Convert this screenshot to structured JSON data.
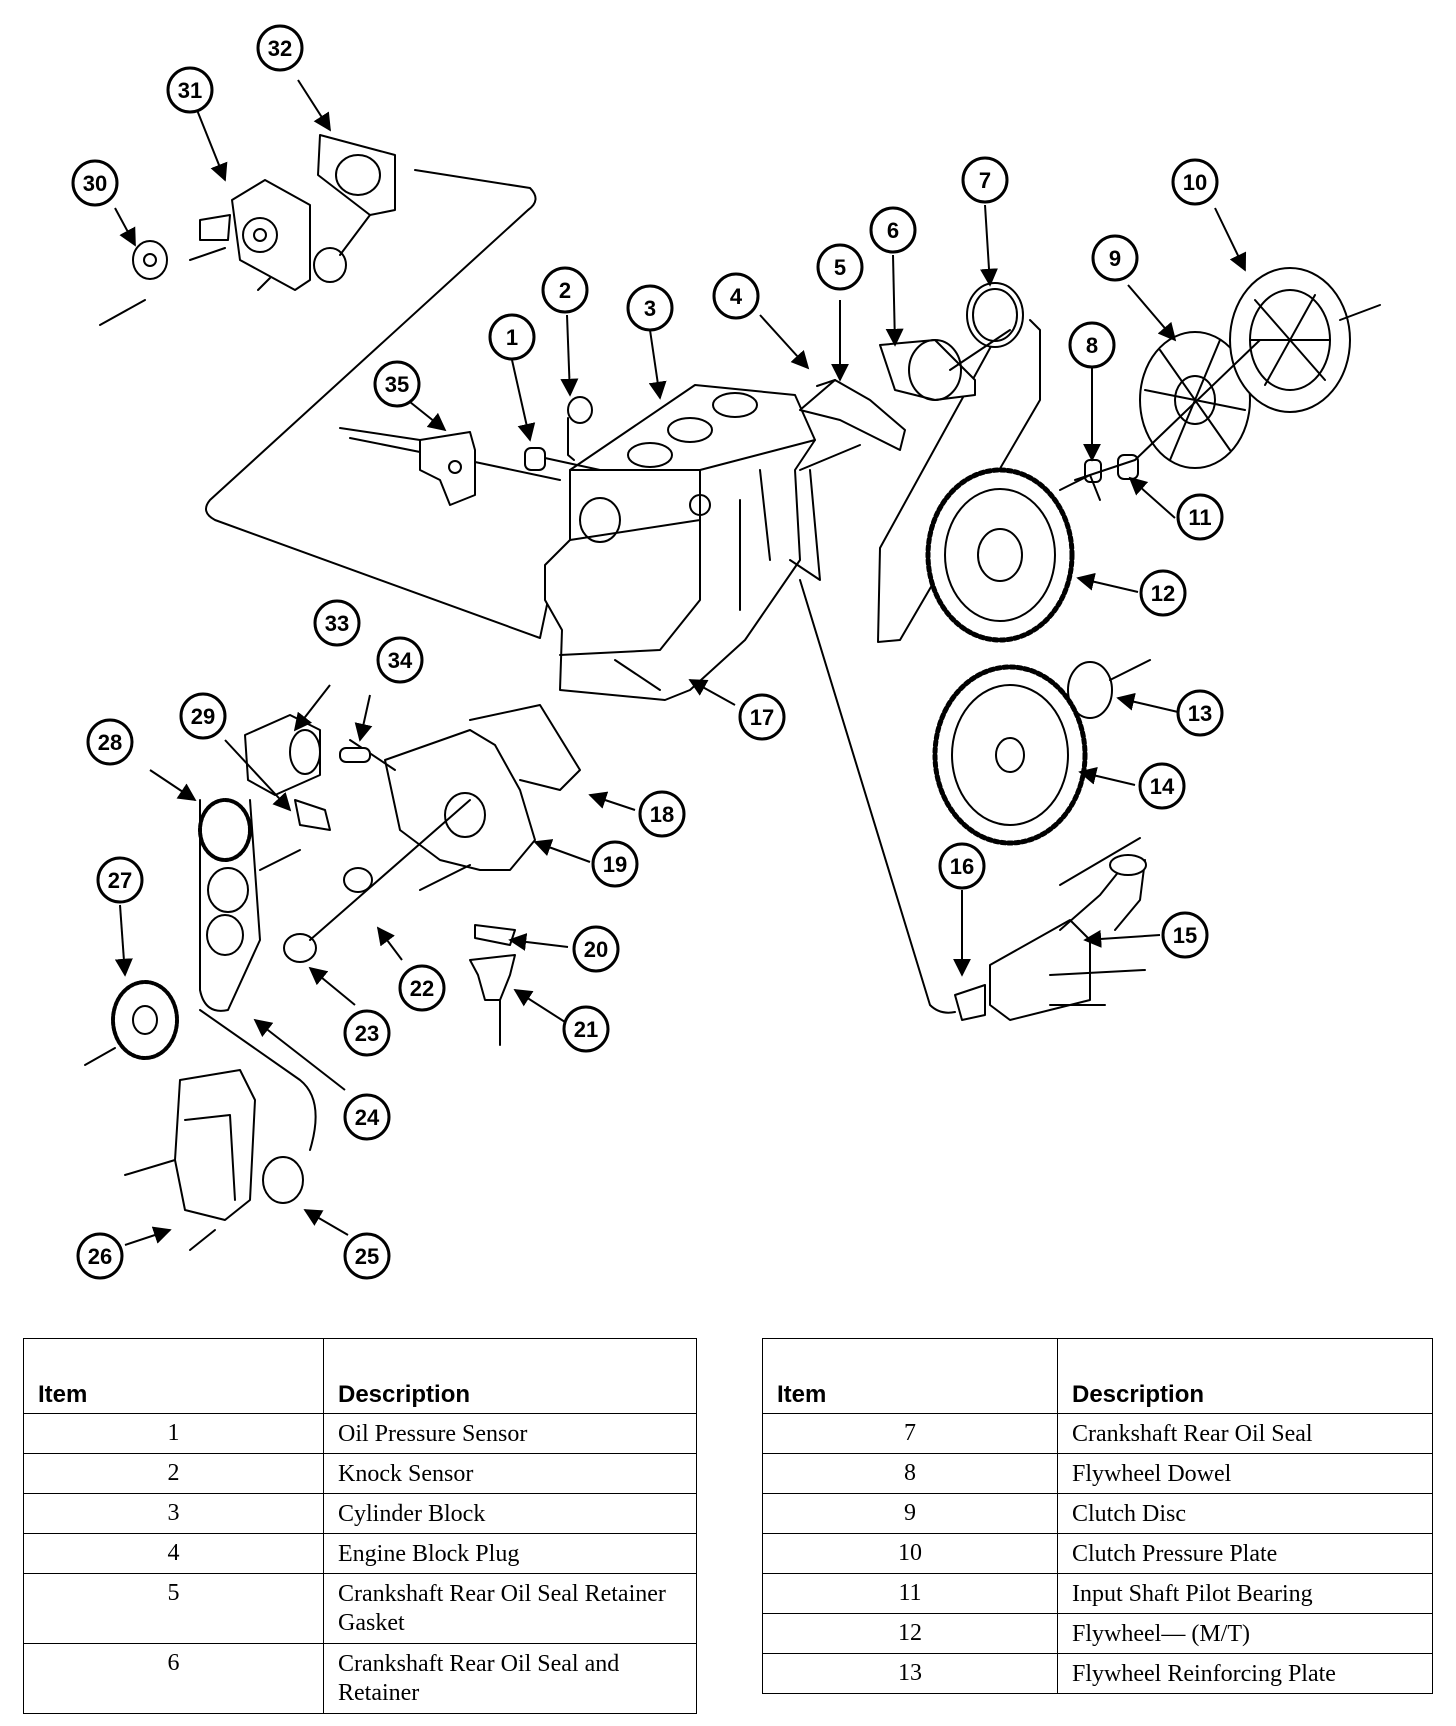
{
  "callouts": [
    "1",
    "2",
    "3",
    "4",
    "5",
    "6",
    "7",
    "8",
    "9",
    "10",
    "11",
    "12",
    "13",
    "14",
    "15",
    "16",
    "17",
    "18",
    "19",
    "20",
    "21",
    "22",
    "23",
    "24",
    "25",
    "26",
    "27",
    "28",
    "29",
    "30",
    "31",
    "32",
    "33",
    "34",
    "35"
  ],
  "tables": [
    {
      "header": {
        "item": "Item",
        "description": "Description"
      },
      "rows": [
        {
          "item": "1",
          "description": "Oil Pressure Sensor"
        },
        {
          "item": "2",
          "description": "Knock Sensor"
        },
        {
          "item": "3",
          "description": "Cylinder Block"
        },
        {
          "item": "4",
          "description": "Engine Block Plug"
        },
        {
          "item": "5",
          "description": "Crankshaft Rear Oil Seal Retainer Gasket"
        },
        {
          "item": "6",
          "description": "Crankshaft Rear Oil Seal and Retainer"
        }
      ]
    },
    {
      "header": {
        "item": "Item",
        "description": "Description"
      },
      "rows": [
        {
          "item": "7",
          "description": "Crankshaft Rear Oil Seal"
        },
        {
          "item": "8",
          "description": "Flywheel Dowel"
        },
        {
          "item": "9",
          "description": "Clutch Disc"
        },
        {
          "item": "10",
          "description": "Clutch Pressure Plate"
        },
        {
          "item": "11",
          "description": "Input Shaft Pilot Bearing"
        },
        {
          "item": "12",
          "description": "Flywheel— (M/T)"
        },
        {
          "item": "13",
          "description": "Flywheel Reinforcing Plate"
        }
      ]
    }
  ]
}
